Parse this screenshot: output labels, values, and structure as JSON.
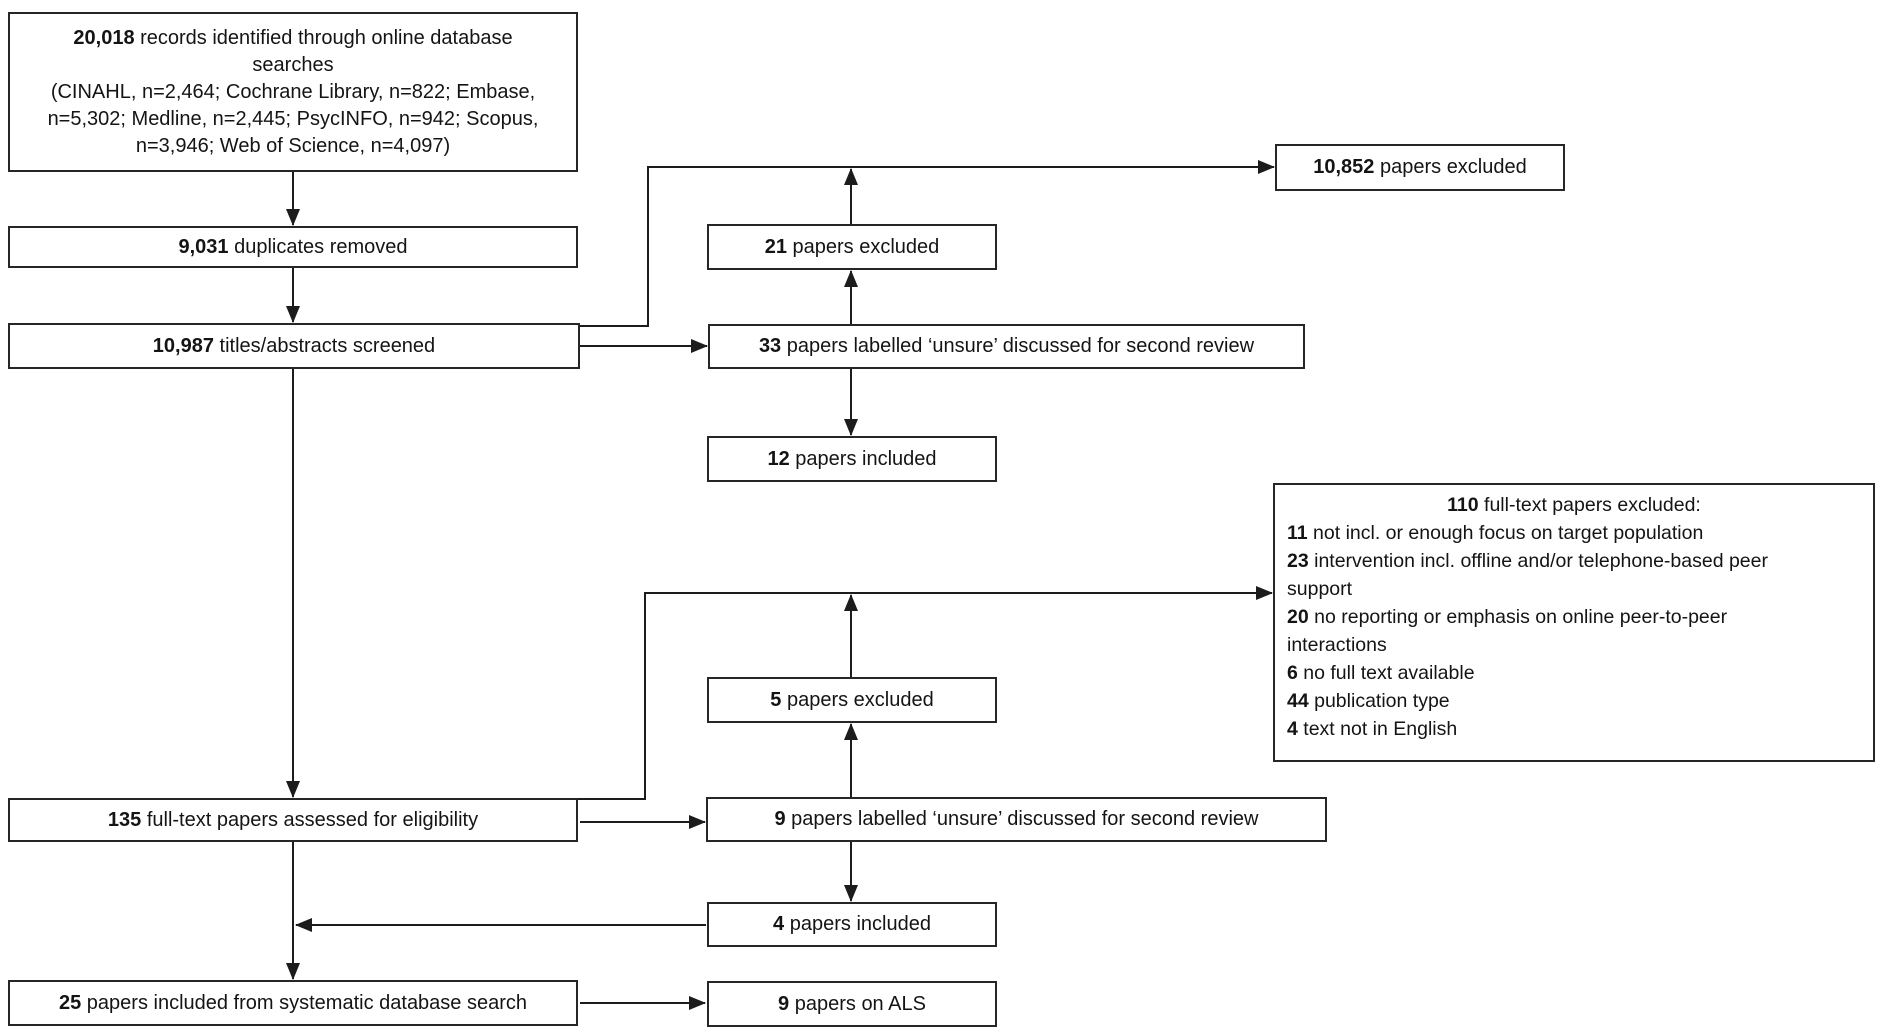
{
  "diagram": {
    "colors": {
      "background": "#ffffff",
      "box_border": "#262626",
      "text": "#141414",
      "connector": "#1c1c1c"
    },
    "boxes": {
      "identified": {
        "lines": [
          {
            "b": "20,018",
            "t": " records identified through online database"
          },
          {
            "t": "searches"
          },
          {
            "t": "(CINAHL, n=2,464; Cochrane Library, n=822; Embase,"
          },
          {
            "t": "n=5,302; Medline, n=2,445; PsycINFO, n=942; Scopus,"
          },
          {
            "t": "n=3,946; Web of Science, n=4,097)"
          }
        ]
      },
      "duplicates": {
        "b": "9,031",
        "t": " duplicates removed"
      },
      "screened": {
        "b": "10,987",
        "t": " titles/abstracts screened"
      },
      "excluded_titles": {
        "b": "10,852",
        "t": " papers excluded"
      },
      "excluded_21": {
        "b": "21",
        "t": " papers excluded"
      },
      "unsure_33": {
        "b": "33",
        "t": " papers labelled ‘unsure’ discussed for second review"
      },
      "included_12": {
        "b": "12",
        "t": " papers included"
      },
      "fulltext_excluded": {
        "lines": [
          {
            "b": "110",
            "t": " full-text papers excluded:"
          },
          {
            "b": "11",
            "t": " not incl. or enough focus on target population"
          },
          {
            "b": "23",
            "t": " intervention incl. offline and/or telephone-based peer"
          },
          {
            "t": "support"
          },
          {
            "b": "20",
            "t": " no reporting or emphasis on online peer-to-peer"
          },
          {
            "t": "interactions"
          },
          {
            "b": "6",
            "t": " no full text available"
          },
          {
            "b": "44",
            "t": " publication type"
          },
          {
            "b": "4",
            "t": " text not in English"
          }
        ]
      },
      "excluded_5": {
        "b": "5",
        "t": " papers excluded"
      },
      "assessed": {
        "b": "135",
        "t": " full-text papers assessed for eligibility"
      },
      "unsure_9": {
        "b": "9",
        "t": " papers labelled ‘unsure’ discussed for second review"
      },
      "included_4": {
        "b": "4",
        "t": " papers included"
      },
      "included_25": {
        "b": "25",
        "t": " papers included from systematic database search"
      },
      "als_9": {
        "b": "9",
        "t": " papers on ALS"
      }
    }
  }
}
